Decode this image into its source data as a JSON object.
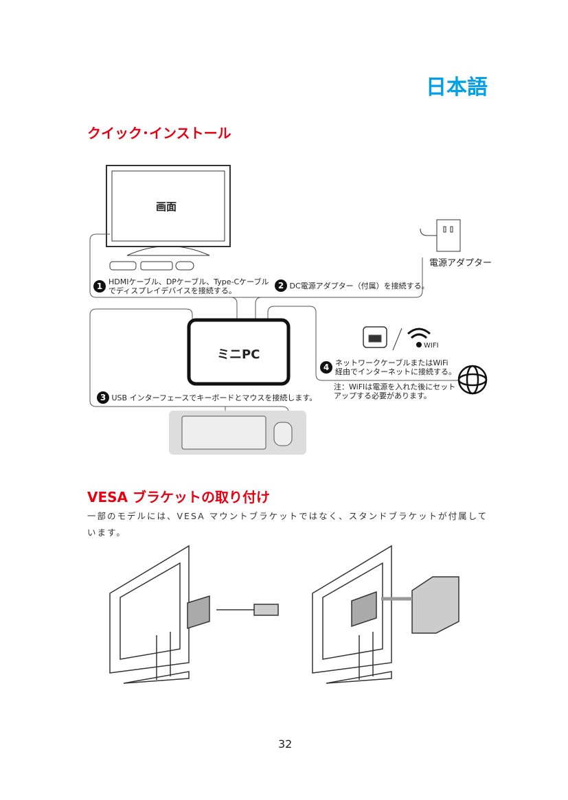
{
  "language_title": "日本語",
  "quick_install": {
    "heading": "クイック･インストール",
    "screen_label": "画面",
    "adapter_label": "電源アダプター",
    "minipc_label": "ミニPC",
    "steps": [
      {
        "num": "1",
        "line1": "HDMIケーブル、DPケーブル、Type-Cケーブル",
        "line2": "でディスプレイデバイスを接続する。"
      },
      {
        "num": "2",
        "line1": "DC電源アダプター（付属）を接続する。"
      },
      {
        "num": "3",
        "line1": "USB インターフェースでキーボードとマウスを接続します。"
      },
      {
        "num": "4",
        "line1": "ネットワークケーブルまたはWiFi",
        "line2": "経由でインターネットに接続する。"
      }
    ],
    "wifi_label": "WIFI",
    "note_line1": "注：WiFIは電源を入れた後にセット",
    "note_line2": "アップする必要があります。"
  },
  "vesa": {
    "heading": "VESA ブラケットの取り付け",
    "body_line1": "一部のモデルには、VESA マウントブラケットではなく、スタンドブラケットが付属して",
    "body_line2": "います。"
  },
  "page_number": "32"
}
